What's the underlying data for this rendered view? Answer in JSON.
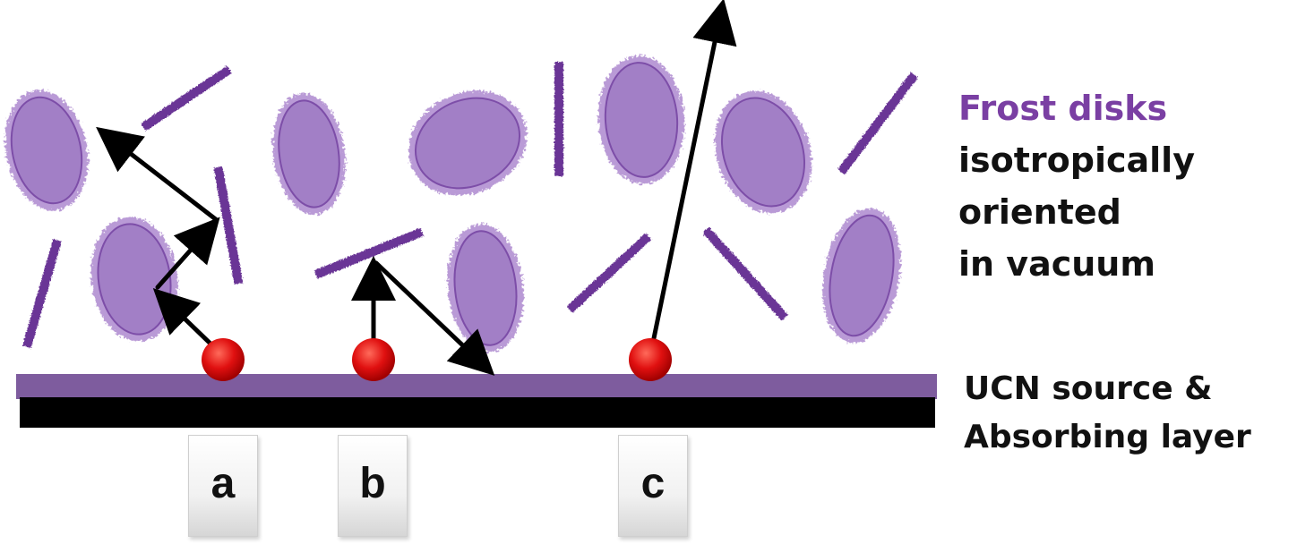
{
  "legend": {
    "title": "Frost disks",
    "lines": [
      "isotropically",
      "oriented",
      "in vacuum"
    ]
  },
  "source_label": [
    "UCN source &",
    "Absorbing layer"
  ],
  "tags": [
    "a",
    "b",
    "c"
  ],
  "colors": {
    "disk_fill": "#a27fc6",
    "disk_halo": "#b99ad6",
    "disk_edge": "#7d4ea8",
    "rod": "#6a3596",
    "source_layer": "#7e5c9e",
    "absorber": "#000000",
    "neutron": "#e01010",
    "legend_title": "#7a3fa3"
  }
}
